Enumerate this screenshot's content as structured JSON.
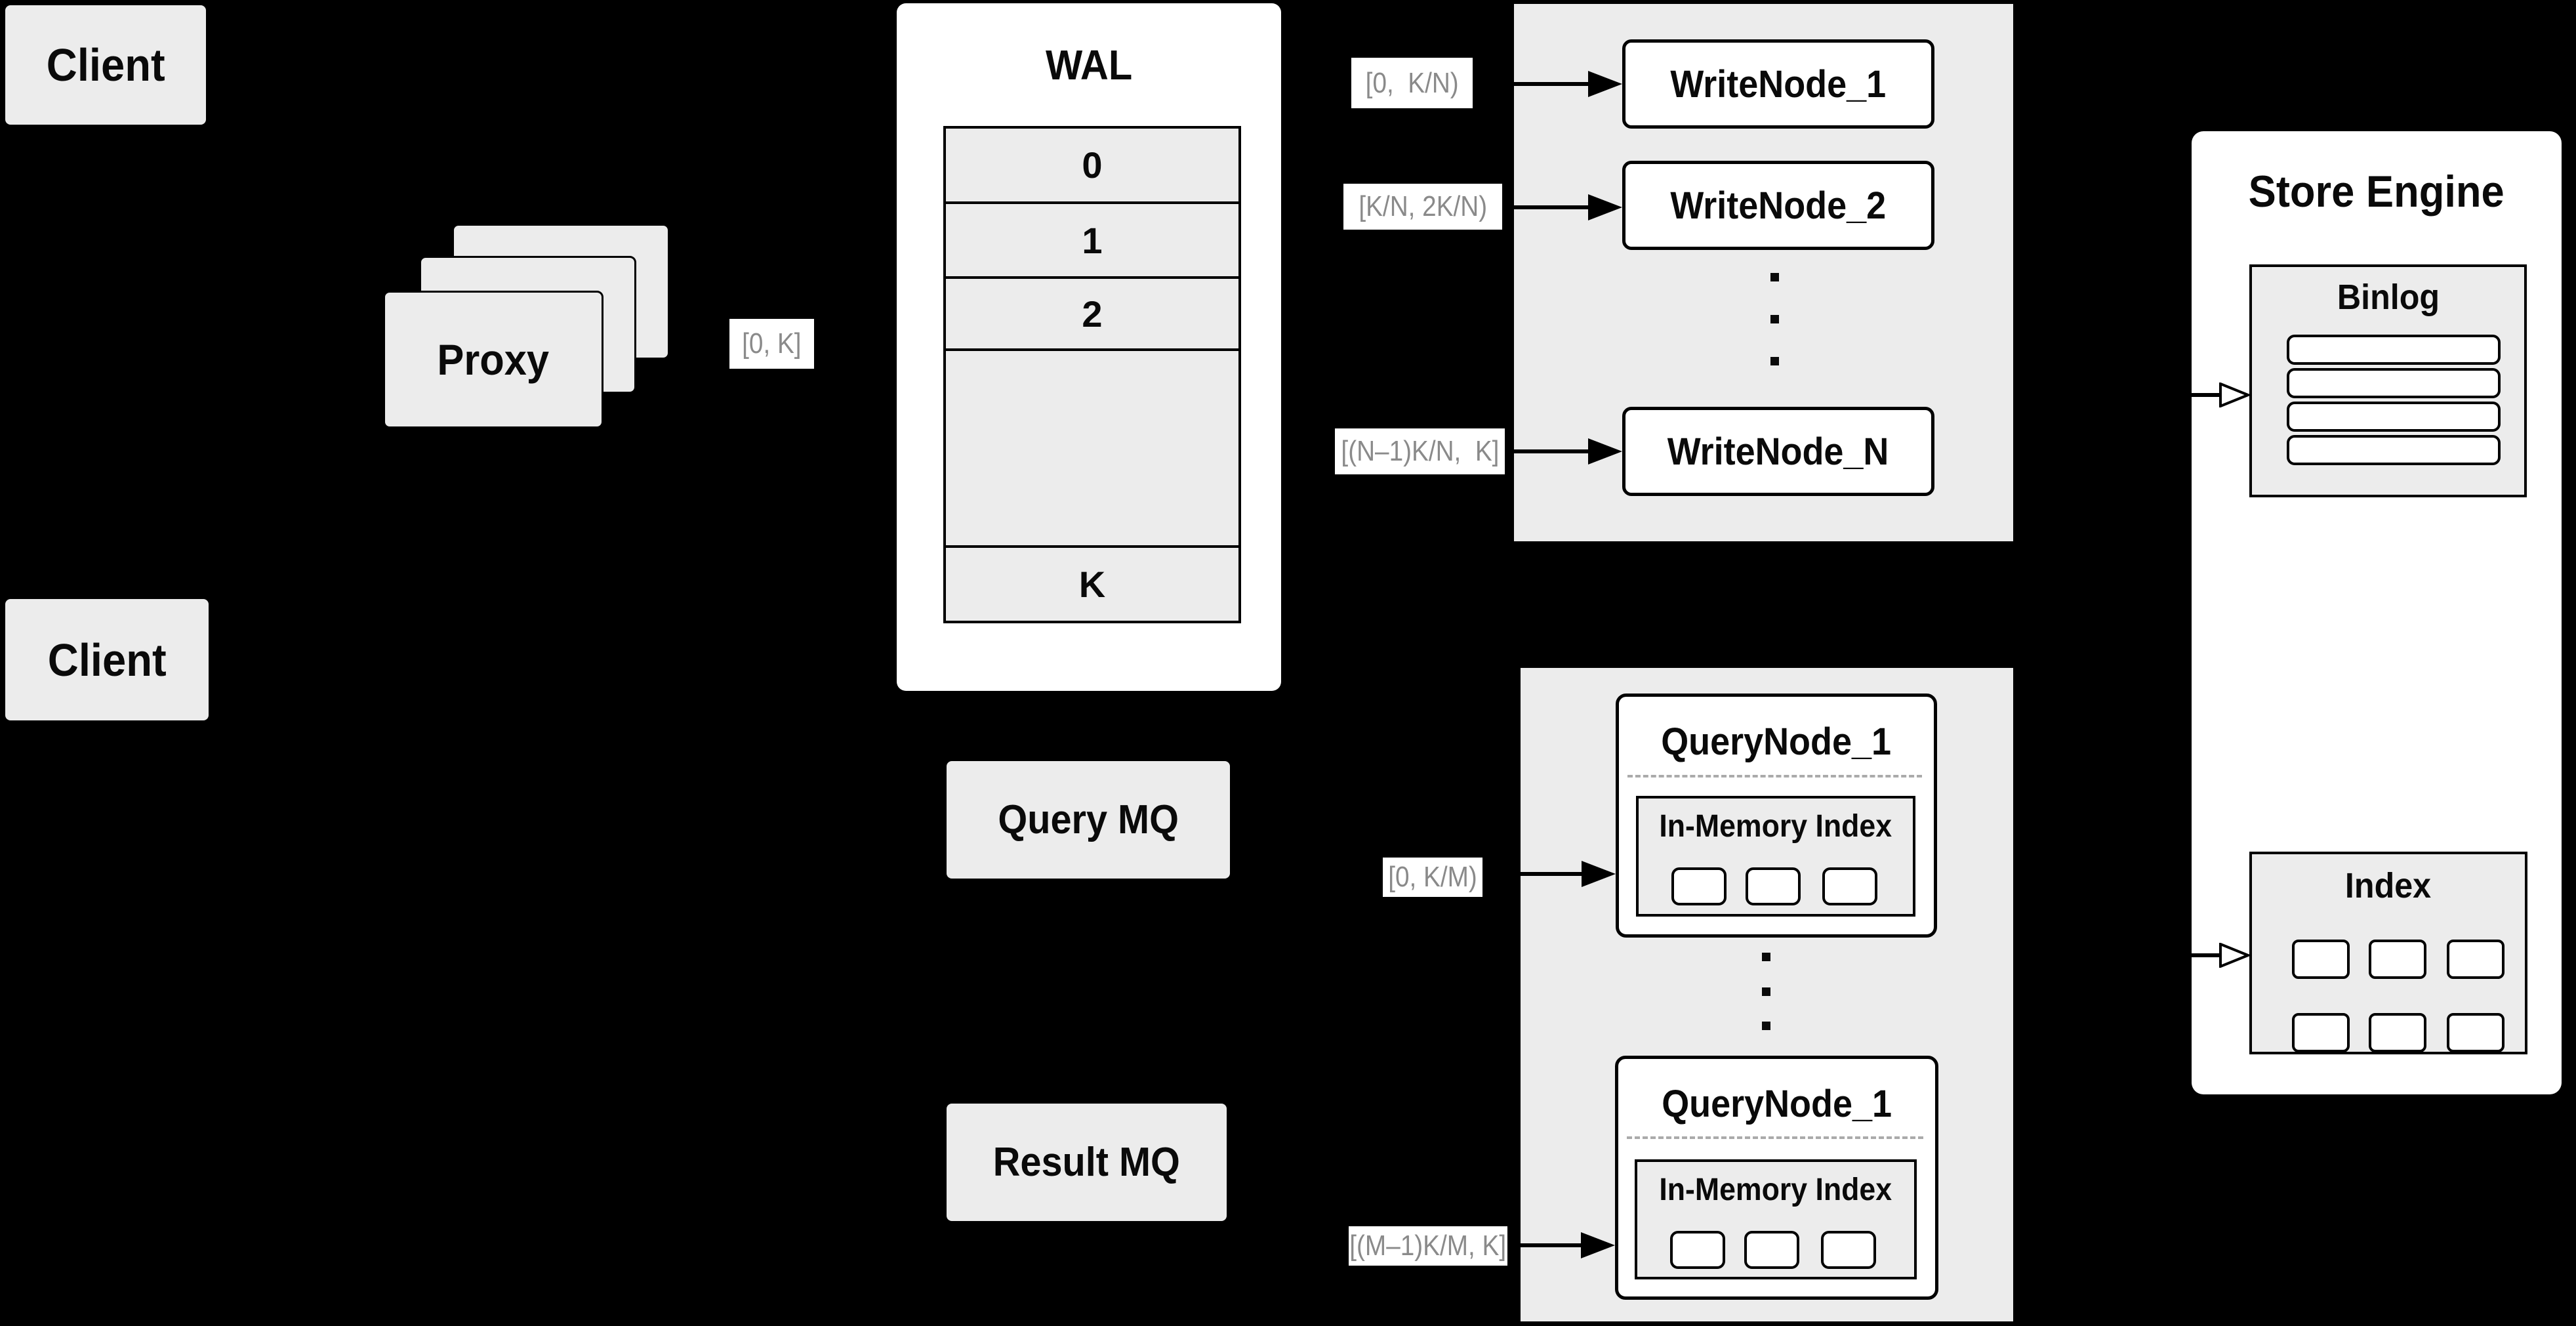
{
  "client_top": {
    "label": "Client"
  },
  "client_bottom": {
    "label": "Client"
  },
  "proxy": {
    "label": "Proxy",
    "range_label": "[0, K]"
  },
  "wal": {
    "title": "WAL",
    "rows": [
      "0",
      "1",
      "2"
    ],
    "tail_row": "K"
  },
  "write_nodes": {
    "ranges": [
      "[0,  K/N)",
      "[K/N, 2K/N)",
      "[(N–1)K/N,  K]"
    ],
    "nodes": [
      "WriteNode_1",
      "WriteNode_2",
      "WriteNode_N"
    ]
  },
  "store_engine": {
    "title": "Store Engine",
    "binlog_title": "Binlog",
    "index_title": "Index"
  },
  "query_nodes": {
    "query_mq": "Query MQ",
    "result_mq": "Result MQ",
    "ranges": [
      "[0, K/M)",
      "[(M–1)K/M, K]"
    ],
    "node_top": {
      "title": "QueryNode_1",
      "inmem_title": "In-Memory Index"
    },
    "node_bottom": {
      "title": "QueryNode_1",
      "inmem_title": "In-Memory Index"
    }
  },
  "colors": {
    "background": "#000000",
    "panel": "#ffffff",
    "box_fill": "#ececec",
    "line": "#000000",
    "range_text": "#8a8a8a"
  }
}
